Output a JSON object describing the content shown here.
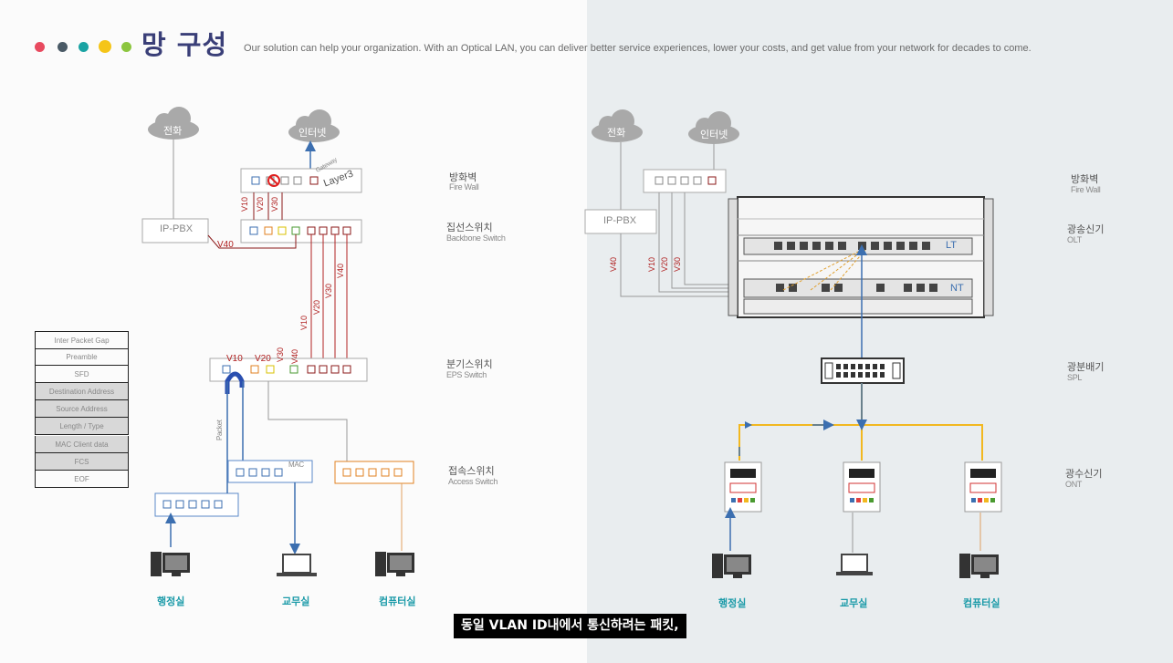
{
  "header": {
    "title": "망 구성",
    "subtitle": "Our solution can help your organization. With an Optical LAN, you can deliver better service experiences, lower your costs, and get value from your network for decades to come.",
    "dot_colors": [
      "#e84a5f",
      "#4a5a66",
      "#1aa3a3",
      "#f5c518",
      "#8cc63f"
    ]
  },
  "left": {
    "clouds": {
      "phone": "전화",
      "internet": "인터넷"
    },
    "ipbx": "IP-PBX",
    "layer3": "Layer3",
    "gateway": "Gateway",
    "mac": "MAC",
    "packet": "Packet",
    "vlan": {
      "v10": "V10",
      "v20": "V20",
      "v30": "V30",
      "v40": "V40"
    },
    "layers": [
      {
        "ko": "방화벽",
        "en": "Fire Wall"
      },
      {
        "ko": "집선스위치",
        "en": "Backbone Switch"
      },
      {
        "ko": "분기스위치",
        "en": "EPS Switch"
      },
      {
        "ko": "접속스위치",
        "en": "Access Switch"
      }
    ],
    "rooms": [
      "행정실",
      "교무실",
      "컴퓨터실"
    ]
  },
  "frame_fields": [
    "Inter Packet Gap",
    "Preamble",
    "SFD",
    "Destination Address",
    "Source Address",
    "Length / Type",
    "MAC Client data",
    "FCS",
    "EOF"
  ],
  "right": {
    "clouds": {
      "phone": "전화",
      "internet": "인터넷"
    },
    "ipbx": "IP-PBX",
    "olt_lt": "LT",
    "olt_nt": "NT",
    "layers": [
      {
        "ko": "방화벽",
        "en": "Fire Wall"
      },
      {
        "ko": "광송신기",
        "en": "OLT"
      },
      {
        "ko": "광분배기",
        "en": "SPL"
      },
      {
        "ko": "광수신기",
        "en": "ONT"
      }
    ],
    "rooms": [
      "행정실",
      "교무실",
      "컴퓨터실"
    ]
  },
  "caption": "동일 VLAN ID내에서 통신하려는 패킷,"
}
